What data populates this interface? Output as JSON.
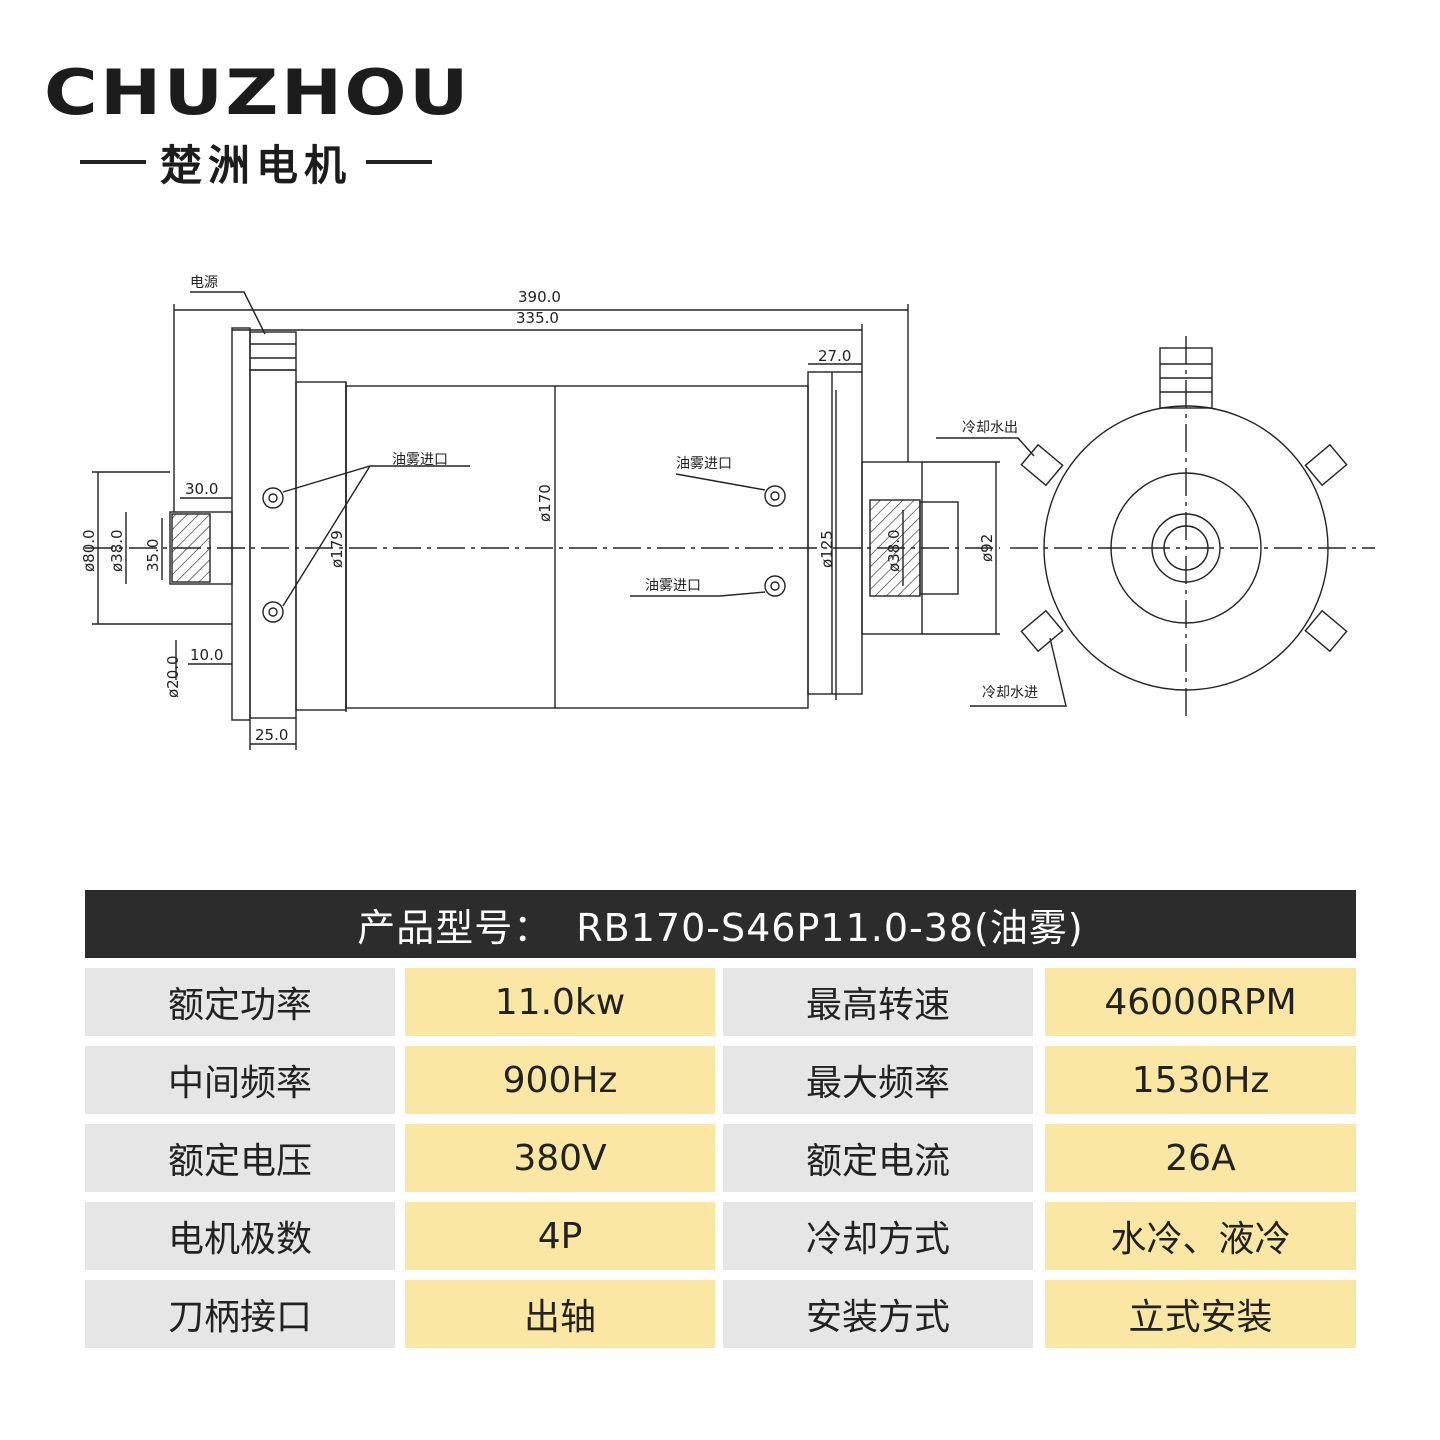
{
  "brand": {
    "logo_text": "CHUZHOU",
    "name_cn": "楚洲电机"
  },
  "drawing": {
    "labels": {
      "power": "电源",
      "oil_mist_inlet": "油雾进口",
      "cooling_out": "冷却水出",
      "cooling_in": "冷却水进"
    },
    "dims": {
      "d390": "390.0",
      "d335": "335.0",
      "d27": "27.0",
      "d30": "30.0",
      "d10": "10.0",
      "d25": "25.0",
      "phi80": "ø80.0",
      "phi38": "ø38.0",
      "d35": "35.0",
      "phi20": "ø20.0",
      "phi179": "ø179",
      "phi170": "ø170",
      "phi125": "ø125",
      "phi38b": "ø38.0",
      "phi92": "ø92"
    }
  },
  "spec": {
    "title_label": "产品型号：",
    "model": "RB170-S46P11.0-38(油雾)",
    "rows": [
      {
        "l1": "额定功率",
        "v1": "11.0kw",
        "l2": "最高转速",
        "v2": "46000RPM"
      },
      {
        "l1": "中间频率",
        "v1": "900Hz",
        "l2": "最大频率",
        "v2": "1530Hz"
      },
      {
        "l1": "额定电压",
        "v1": "380V",
        "l2": "额定电流",
        "v2": "26A"
      },
      {
        "l1": "电机极数",
        "v1": "4P",
        "l2": "冷却方式",
        "v2": "水冷、液冷"
      },
      {
        "l1": "刀柄接口",
        "v1": "出轴",
        "l2": "安装方式",
        "v2": "立式安装"
      }
    ]
  }
}
